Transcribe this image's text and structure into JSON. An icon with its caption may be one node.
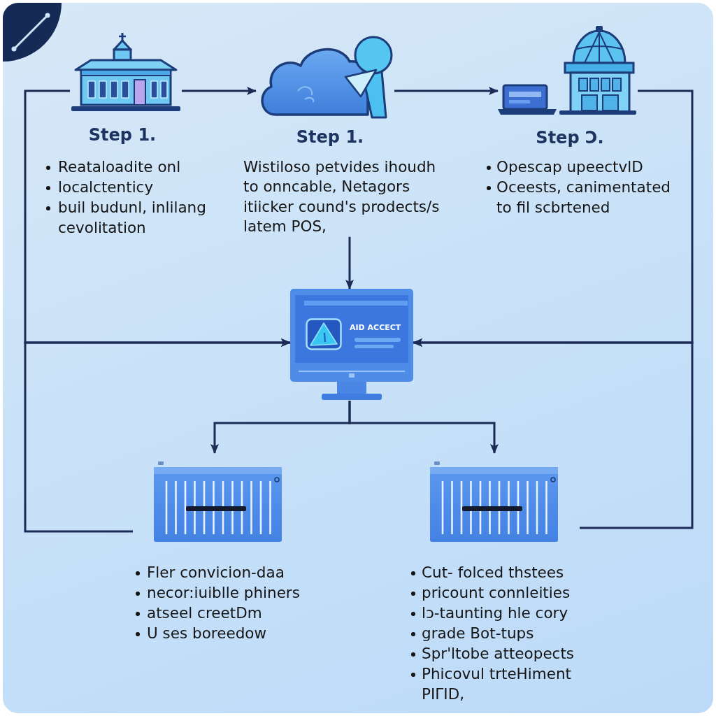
{
  "diagram": {
    "nodes": [
      {
        "text": [
          "Step 1.",
          "Reataloadite onl",
          "localctenticy",
          "buil budunl, inlilang cevolitation"
        ]
      },
      {
        "text": [
          "Step 1.",
          "Wistiloso petvides ihoudh to onncable, Netagors itiicker cound's prodects/s latem POS,"
        ]
      },
      {
        "text": [
          "Step Ɔ.",
          "Opescap upeectvlD",
          "Oceests, canimentated to fil scbrtened"
        ]
      },
      {
        "text": [
          "AID ACCECT"
        ]
      },
      {
        "text": [
          "Fler convicion-daa",
          "necor:iuiblle phiners",
          "atseel creetDm",
          "U ses boreedow"
        ]
      },
      {
        "text": [
          "Cut- folced thstees",
          "pricount connleities",
          "lɔ-taunting hle cory",
          "grade Bot-tups",
          "Spr'ltobe atteopects",
          "Phicovul trteHiment PIΓID,"
        ]
      }
    ],
    "edges": [
      {
        "from": 0,
        "to": 1,
        "arrow": "to"
      },
      {
        "from": 1,
        "to": 2,
        "arrow": "to"
      },
      {
        "from": 1,
        "to": 3,
        "arrow": "to"
      },
      {
        "from": 0,
        "to": 3,
        "arrow": "to"
      },
      {
        "from": 4,
        "to": 3,
        "arrow": "to"
      },
      {
        "from": 2,
        "to": 3,
        "arrow": "to"
      },
      {
        "from": 5,
        "to": 3,
        "arrow": "to"
      },
      {
        "from": 3,
        "to": 4,
        "arrow": "to"
      },
      {
        "from": 3,
        "to": 5,
        "arrow": "to"
      }
    ]
  }
}
